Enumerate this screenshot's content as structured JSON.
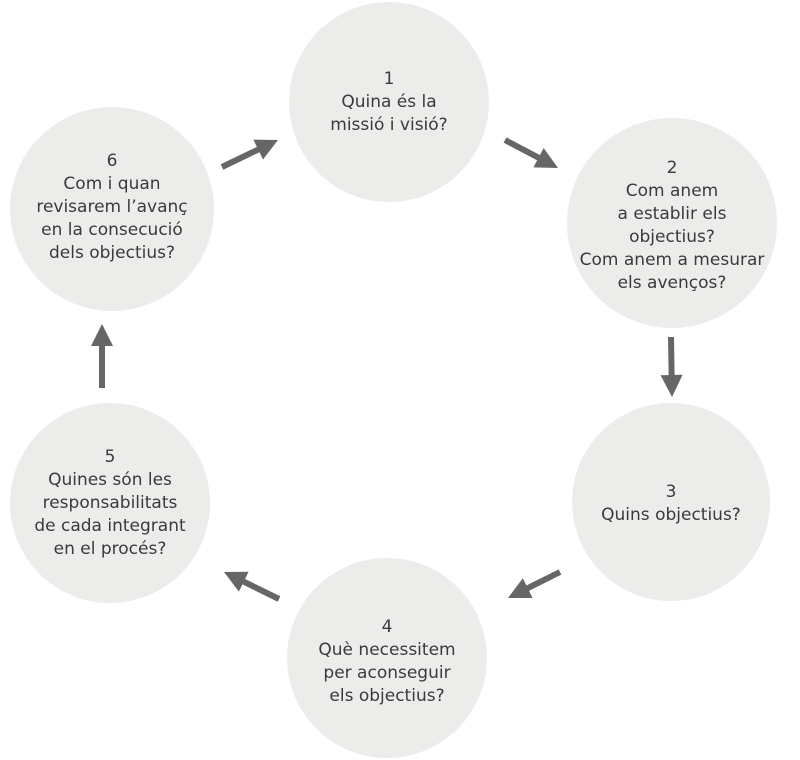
{
  "colors": {
    "node_fill": "#ececeb",
    "text": "#3a3a3a",
    "arrow": "#666666"
  },
  "steps": [
    {
      "number": "1",
      "lines": [
        "Quina és la",
        "missió i visió?"
      ]
    },
    {
      "number": "2",
      "lines": [
        "Com anem",
        "a establir els",
        "objectius?",
        "Com anem a mesurar",
        "els avenços?"
      ]
    },
    {
      "number": "3",
      "lines": [
        "Quins objectius?"
      ]
    },
    {
      "number": "4",
      "lines": [
        "Què necessitem",
        "per aconseguir",
        "els objectius?"
      ]
    },
    {
      "number": "5",
      "lines": [
        "Quines són les",
        "responsabilitats",
        "de cada integrant",
        "en el procés?"
      ]
    },
    {
      "number": "6",
      "lines": [
        "Com i quan",
        "revisarem l’avanç",
        "en la consecució",
        "dels objectius?"
      ]
    }
  ],
  "flow": [
    "1→2",
    "2→3",
    "3→4",
    "4→5",
    "5→6",
    "6→1"
  ]
}
